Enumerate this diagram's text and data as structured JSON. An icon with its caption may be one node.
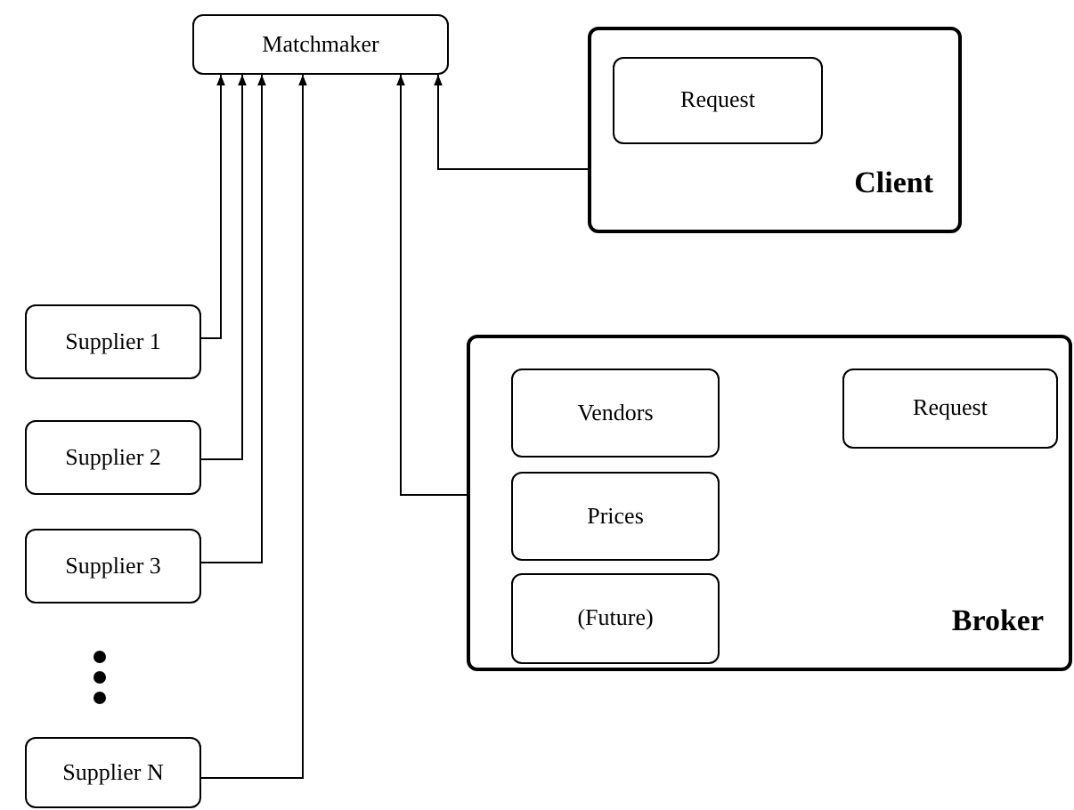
{
  "diagram": {
    "nodes": [
      {
        "text": [
          "Matchmaker"
        ]
      },
      {
        "text": [
          "Client"
        ]
      },
      {
        "text": [
          "Request"
        ],
        "in": 1
      },
      {
        "text": [
          "Supplier 1"
        ]
      },
      {
        "text": [
          "Supplier 2"
        ]
      },
      {
        "text": [
          "Supplier 3"
        ]
      },
      {
        "text": [
          "Supplier N"
        ]
      },
      {
        "text": [
          "Broker"
        ]
      },
      {
        "text": [
          "Vendors"
        ],
        "in": 7
      },
      {
        "text": [
          "Request"
        ],
        "in": 7
      },
      {
        "text": [
          "Prices"
        ],
        "in": 7
      },
      {
        "text": [
          "(Future)"
        ],
        "in": 7
      }
    ],
    "edges": [
      {
        "from": 3,
        "to": 0,
        "arrow": "to"
      },
      {
        "from": 4,
        "to": 0,
        "arrow": "to"
      },
      {
        "from": 5,
        "to": 0,
        "arrow": "to"
      },
      {
        "from": 6,
        "to": 0,
        "arrow": "to"
      },
      {
        "from": 7,
        "to": 0,
        "arrow": "to"
      },
      {
        "from": 1,
        "to": 0,
        "arrow": "to"
      }
    ]
  }
}
